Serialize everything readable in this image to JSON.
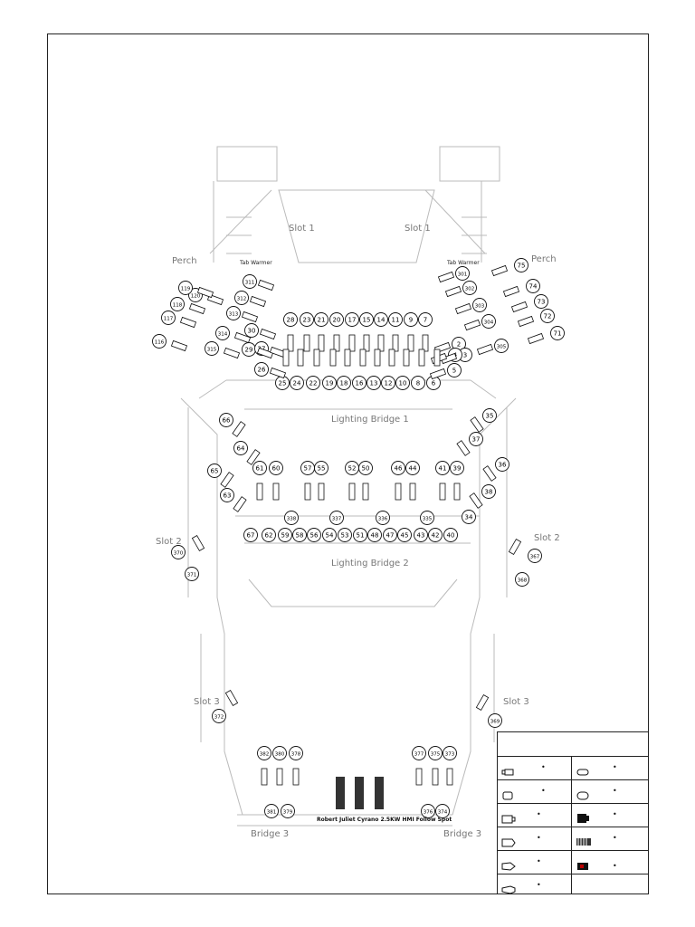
{
  "areas": {
    "perch_left": "Perch",
    "perch_right": "Perch",
    "slot1_left": "Slot 1",
    "slot1_right": "Slot 1",
    "tab_warmer_left": "Tab Warmer",
    "tab_warmer_right": "Tab Warmer",
    "lighting_bridge_1": "Lighting Bridge 1",
    "lighting_bridge_2": "Lighting Bridge 2",
    "slot2_left": "Slot 2",
    "slot2_right": "Slot 2",
    "slot3_left": "Slot 3",
    "slot3_right": "Slot 3",
    "bridge3_left": "Bridge 3",
    "bridge3_right": "Bridge 3",
    "follow_spot": "Robert Juliet Cyrano 2.5KW HMI Follow Spot"
  },
  "fixtures": {
    "perch_left": [
      "120",
      "119",
      "118",
      "117",
      "116",
      "314",
      "315"
    ],
    "perch_right": [
      "75",
      "74",
      "73",
      "72",
      "71"
    ],
    "slot1_left": [
      "311",
      "312",
      "313",
      "30",
      "29",
      "27",
      "26"
    ],
    "slot1_right": [
      "301",
      "302",
      "303",
      "304",
      "305",
      "2",
      "3",
      "4",
      "5"
    ],
    "bridge1_upper": [
      "28",
      "23",
      "21",
      "20",
      "17",
      "15",
      "14",
      "11",
      "9",
      "7"
    ],
    "bridge1_lower": [
      "25",
      "24",
      "22",
      "19",
      "18",
      "16",
      "13",
      "12",
      "10",
      "8",
      "6"
    ],
    "bridge2_left_side": [
      "66",
      "64",
      "65",
      "63"
    ],
    "bridge2_right_side": [
      "35",
      "37",
      "36",
      "38"
    ],
    "bridge2_upper": [
      "61",
      "60",
      "57",
      "55",
      "52",
      "50",
      "46",
      "44",
      "41",
      "39"
    ],
    "bridge2_mid": [
      "338",
      "337",
      "336",
      "335",
      "34"
    ],
    "bridge2_lower": [
      "67",
      "62",
      "59",
      "58",
      "56",
      "54",
      "53",
      "51",
      "48",
      "47",
      "45",
      "43",
      "42",
      "40"
    ],
    "slot2_left": [
      "370",
      "371"
    ],
    "slot2_right": [
      "367",
      "368"
    ],
    "slot3_left": [
      "372"
    ],
    "slot3_right": [
      "369"
    ],
    "bridge3_left_top": [
      "382",
      "380",
      "378"
    ],
    "bridge3_left_bottom": [
      "381",
      "379"
    ],
    "bridge3_right_top": [
      "377",
      "375",
      "373"
    ],
    "bridge3_right_bottom": [
      "376",
      "374"
    ]
  },
  "legend": {
    "left": [
      "•",
      "•",
      "•",
      "•",
      "•",
      "•"
    ],
    "right": [
      "•",
      "•",
      "•",
      "•",
      "•"
    ]
  }
}
